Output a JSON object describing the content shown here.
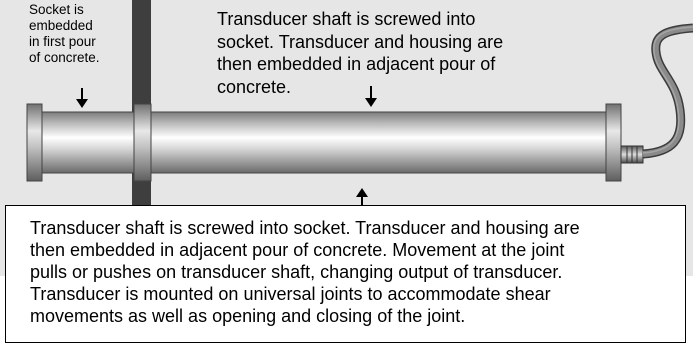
{
  "labels": {
    "socket_note": "Socket is\nembedded\nin first pour\nof concrete.",
    "transducer_note": "Transducer shaft is screwed into\nsocket. Transducer and housing are\nthen embedded in adjacent pour of\nconcrete.",
    "description": "Transducer shaft is screwed into socket. Transducer and housing are\nthen embedded in adjacent pour of concrete. Movement at the joint\npulls or pushes on transducer shaft, changing output of transducer.\nTransducer is mounted on universal joints to accommodate shear\nmovements as well as opening and closing of the joint."
  },
  "colors": {
    "background": "#e6e6e6",
    "joint_bar": "#3e3e3e",
    "cylinder_light": "#ffffff",
    "cylinder_dark": "#6e6e6e",
    "cable": "#7a7a7a"
  }
}
